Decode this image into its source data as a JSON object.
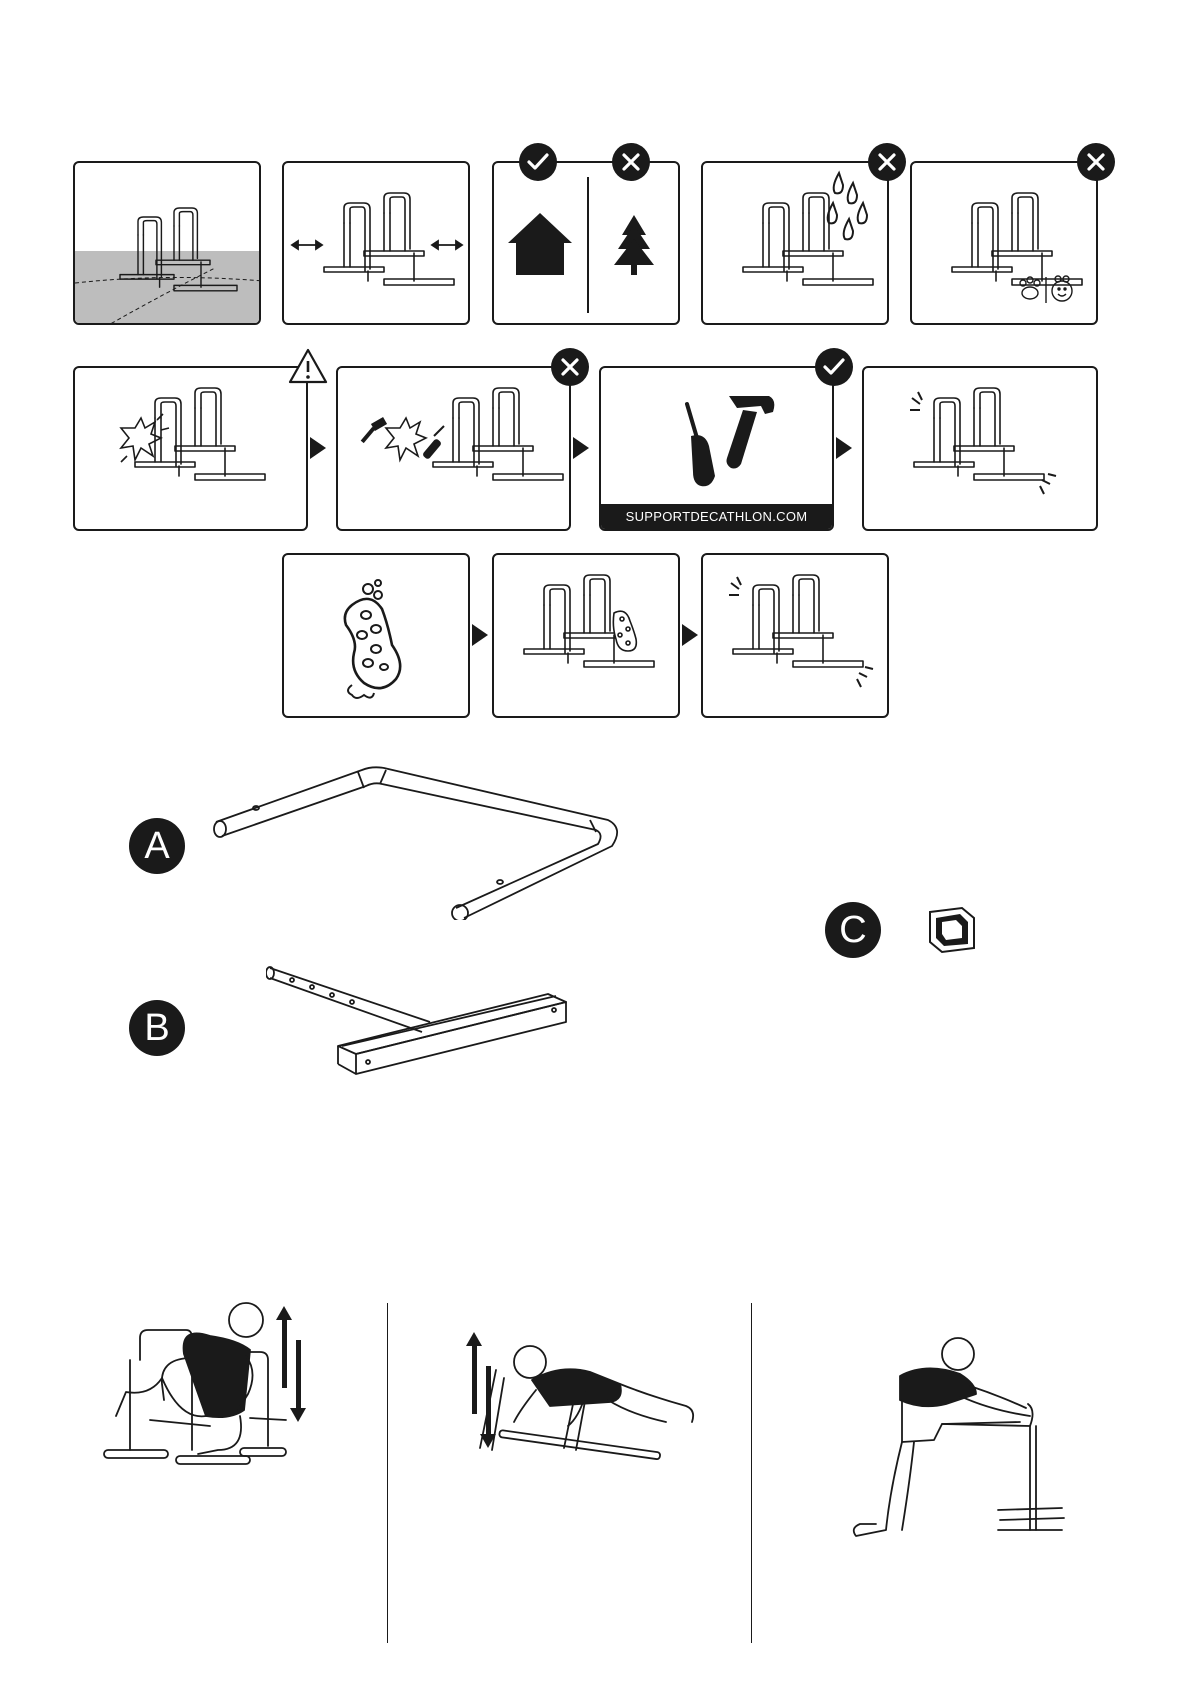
{
  "support": {
    "url": "SUPPORTDECATHLON.COM"
  },
  "parts": {
    "a": "A",
    "b": "B",
    "c": "C"
  },
  "icons": {
    "check": "check-icon",
    "cross": "cross-icon",
    "warning": "warning-icon",
    "house": "house-icon",
    "tree": "tree-icon",
    "rain": "rain-icon",
    "paw": "paw-icon",
    "child": "child-icon",
    "screwdriver": "screwdriver-icon",
    "hammer": "hammer-icon",
    "sponge": "sponge-icon",
    "end_cap": "end-cap-icon"
  },
  "colors": {
    "ink": "#1a1a1a",
    "floor": "#bdbdbd",
    "background": "#ffffff"
  }
}
